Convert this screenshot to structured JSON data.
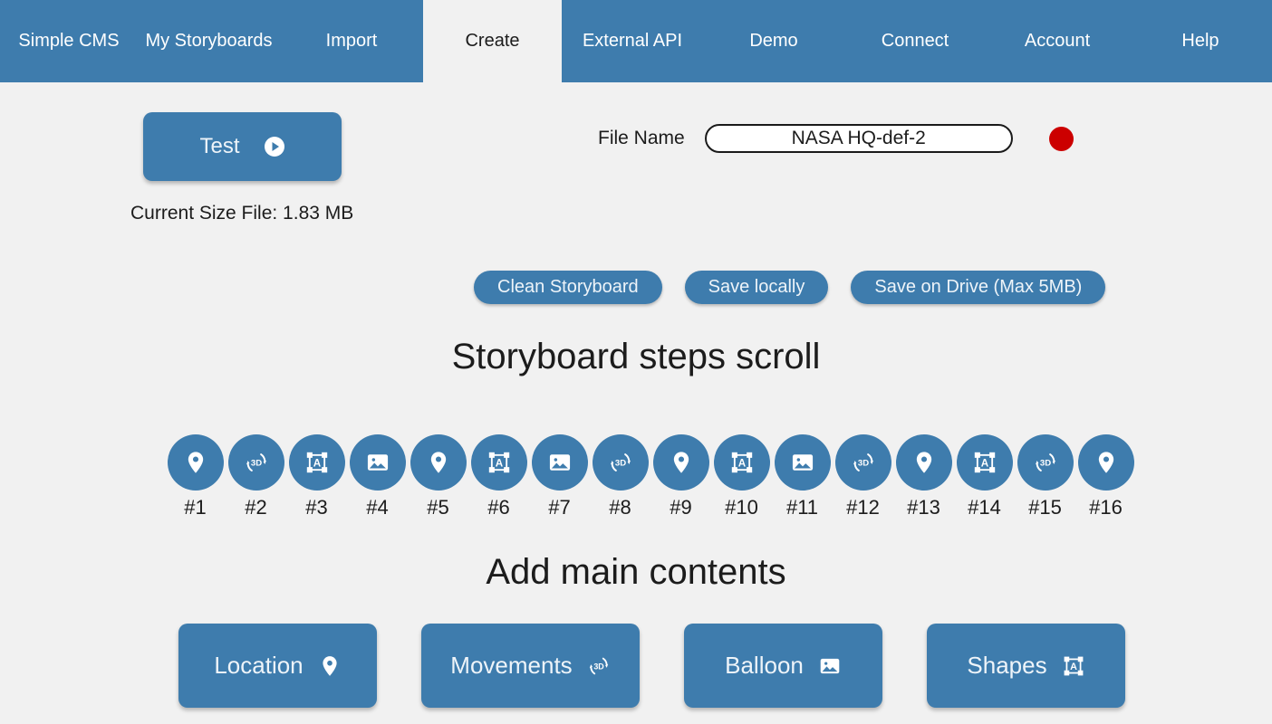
{
  "navbar": {
    "items": [
      {
        "label": "Simple CMS",
        "active": false,
        "width": 152
      },
      {
        "label": "My Storyboards",
        "active": false,
        "width": 157
      },
      {
        "label": "Import",
        "active": false,
        "width": 158
      },
      {
        "label": "Create",
        "active": true,
        "width": 153
      },
      {
        "label": "External API",
        "active": false,
        "width": 156
      },
      {
        "label": "Demo",
        "active": false,
        "width": 156
      },
      {
        "label": "Connect",
        "active": false,
        "width": 156
      },
      {
        "label": "Account",
        "active": false,
        "width": 158
      },
      {
        "label": "Help",
        "active": false,
        "width": 158
      }
    ]
  },
  "toolbar": {
    "test_label": "Test",
    "test_icon": "play-icon",
    "size_label": "Current Size File:  1.83 MB",
    "file_name_label": "File Name",
    "file_name_value": "NASA HQ-def-2",
    "file_name_placeholder": "File name",
    "record_indicator": "record-dot",
    "record_color": "#cc0000",
    "clean_label": "Clean Storyboard",
    "save_local_label": "Save locally",
    "save_drive_label": "Save on Drive (Max 5MB)"
  },
  "steps_section": {
    "title": "Storyboard steps scroll",
    "steps": [
      {
        "label": "#1",
        "icon": "location-pin-icon"
      },
      {
        "label": "#2",
        "icon": "rotate-3d-icon"
      },
      {
        "label": "#3",
        "icon": "shape-frame-a-icon"
      },
      {
        "label": "#4",
        "icon": "image-icon"
      },
      {
        "label": "#5",
        "icon": "location-pin-icon"
      },
      {
        "label": "#6",
        "icon": "shape-frame-a-icon"
      },
      {
        "label": "#7",
        "icon": "image-icon"
      },
      {
        "label": "#8",
        "icon": "rotate-3d-icon"
      },
      {
        "label": "#9",
        "icon": "location-pin-icon"
      },
      {
        "label": "#10",
        "icon": "shape-frame-a-icon"
      },
      {
        "label": "#11",
        "icon": "image-icon"
      },
      {
        "label": "#12",
        "icon": "rotate-3d-icon"
      },
      {
        "label": "#13",
        "icon": "location-pin-icon"
      },
      {
        "label": "#14",
        "icon": "shape-frame-a-icon"
      },
      {
        "label": "#15",
        "icon": "rotate-3d-icon"
      },
      {
        "label": "#16",
        "icon": "location-pin-icon"
      }
    ]
  },
  "contents_section": {
    "title": "Add main contents",
    "buttons": [
      {
        "label": "Location",
        "icon": "location-pin-icon"
      },
      {
        "label": "Movements",
        "icon": "rotate-3d-icon"
      },
      {
        "label": "Balloon",
        "icon": "image-icon"
      },
      {
        "label": "Shapes",
        "icon": "shape-frame-a-icon"
      }
    ]
  },
  "theme": {
    "accent": "#3e7cad",
    "background": "#f1f1f1",
    "text": "#1c1c1c",
    "on_accent": "#eef4f9"
  }
}
